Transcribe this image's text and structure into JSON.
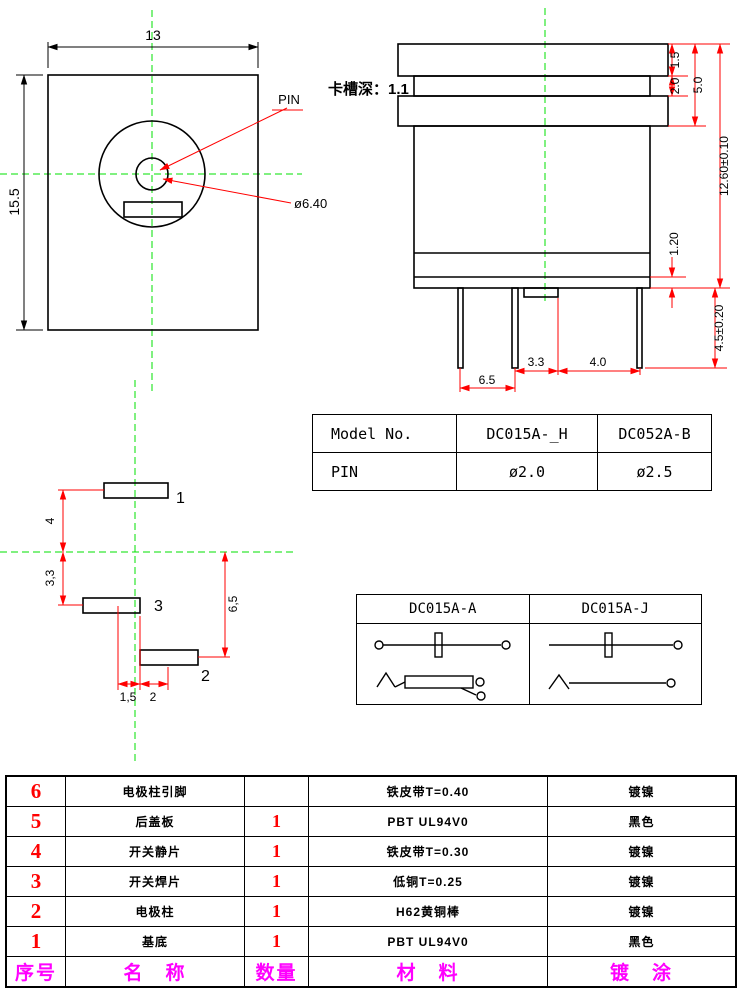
{
  "front_view": {
    "dim_width": "13",
    "dim_height": "15.5",
    "pin_label": "PIN",
    "dim_diameter": "ø6.40"
  },
  "side_view": {
    "slot_depth_label": "卡槽深：1.1",
    "dim_a": "1.5",
    "dim_b": "2.0",
    "dim_c": "5.0",
    "dim_total": "12.60±0.10",
    "dim_d": "1.20",
    "dim_pin": "4.5±0.20",
    "dim_e": "3.3",
    "dim_f": "4.0",
    "dim_g": "6.5"
  },
  "model_table": {
    "header_model": "Model No.",
    "model_1": "DC015A-_H",
    "model_2": "DC052A-B",
    "header_pin": "PIN",
    "pin_1": "ø2.0",
    "pin_2": "ø2.5"
  },
  "pin_layout": {
    "label_1": "1",
    "label_2": "2",
    "label_3": "3",
    "dim_v1": "4",
    "dim_v2": "3,3",
    "dim_v3": "6,5",
    "dim_h1": "1,5",
    "dim_h2": "2"
  },
  "variant_table": {
    "col_1": "DC015A-A",
    "col_2": "DC015A-J"
  },
  "bom": {
    "rows": [
      {
        "no": "6",
        "name": "电极柱引脚",
        "qty": "",
        "material": "铁皮带T=0.40",
        "finish": "镀镍"
      },
      {
        "no": "5",
        "name": "后盖板",
        "qty": "1",
        "material": "PBT UL94V0",
        "finish": "黑色"
      },
      {
        "no": "4",
        "name": "开关静片",
        "qty": "1",
        "material": "铁皮带T=0.30",
        "finish": "镀镍"
      },
      {
        "no": "3",
        "name": "开关焊片",
        "qty": "1",
        "material": "低铜T=0.25",
        "finish": "镀镍"
      },
      {
        "no": "2",
        "name": "电极柱",
        "qty": "1",
        "material": "H62黄铜棒",
        "finish": "镀镍"
      },
      {
        "no": "1",
        "name": "基底",
        "qty": "1",
        "material": "PBT UL94V0",
        "finish": "黑色"
      }
    ],
    "header": {
      "no": "序号",
      "name": "名　称",
      "qty": "数量",
      "material": "材　料",
      "finish": "镀　涂"
    }
  },
  "colors": {
    "dimension_red": "#ff0000",
    "centerline_green": "#00e000",
    "outline_black": "#000000",
    "bom_number_red": "#ff0000",
    "bom_header_magenta": "#ff00ff"
  }
}
